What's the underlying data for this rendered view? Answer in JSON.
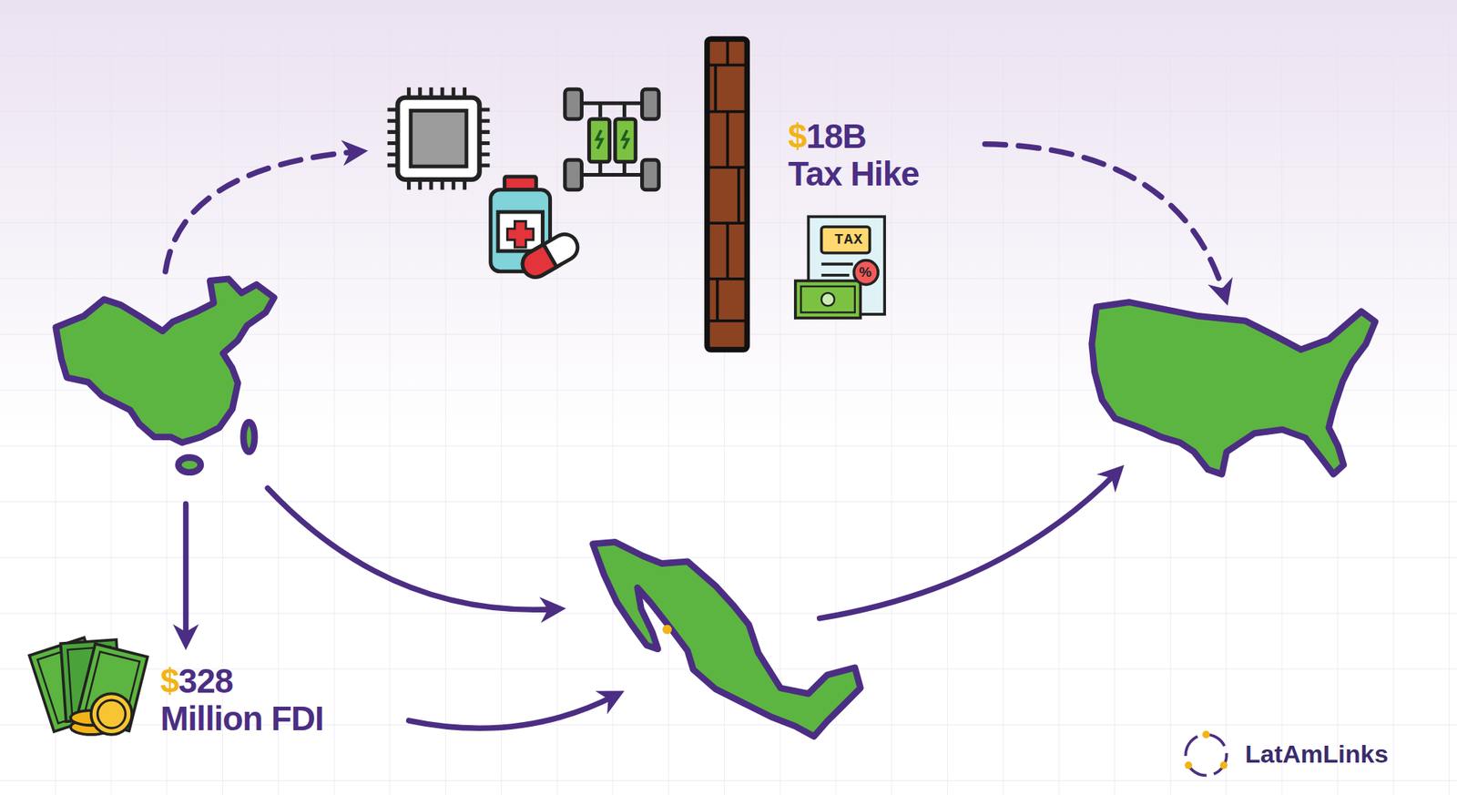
{
  "diagram": {
    "labels": [
      "$18B Tax Hike",
      "TAX",
      "%",
      "$328 Million FDI",
      "LatAmLinks"
    ]
  }
}
